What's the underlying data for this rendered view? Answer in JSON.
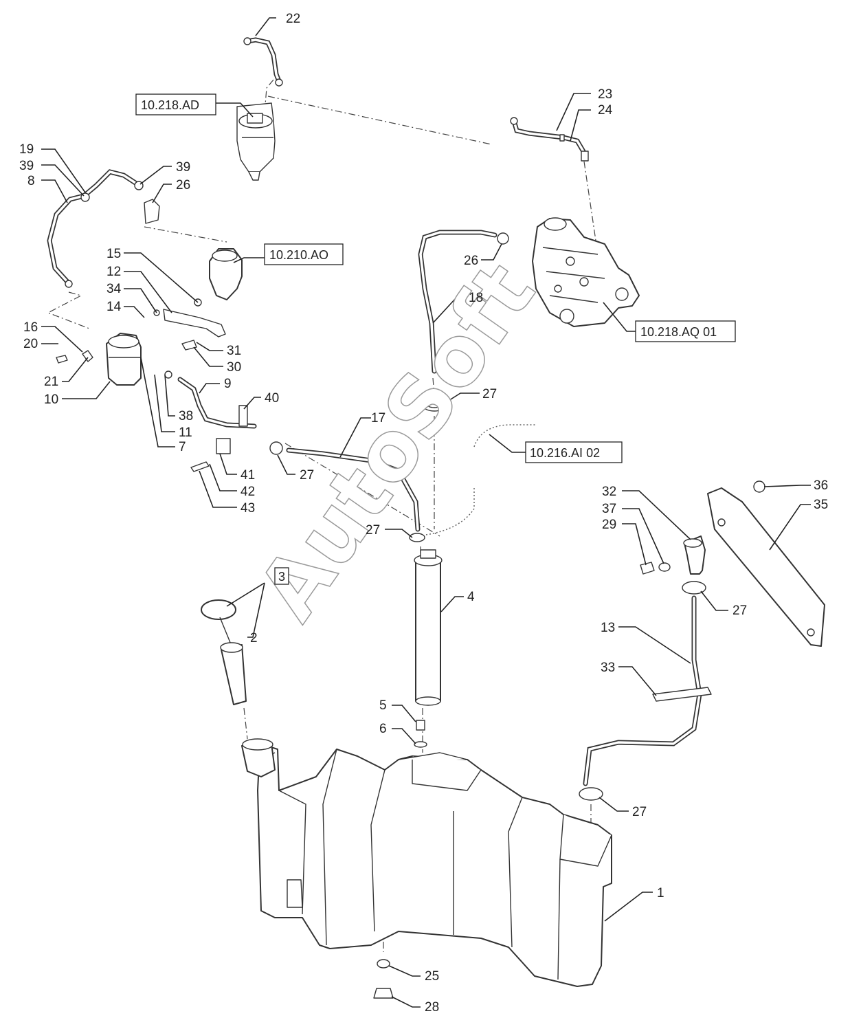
{
  "watermark": "AutoSoft",
  "reference_boxes": {
    "r1": "10.218.AD",
    "r2": "10.210.AO",
    "r3": "10.218.AQ 01",
    "r4": "10.216.AI 02",
    "r5": "3"
  },
  "callouts": {
    "c22": "22",
    "c23": "23",
    "c24": "24",
    "c19": "19",
    "c39a": "39",
    "c8": "8",
    "c39b": "39",
    "c26a": "26",
    "c15": "15",
    "c12": "12",
    "c34": "34",
    "c14": "14",
    "c16": "16",
    "c20": "20",
    "c21": "21",
    "c10": "10",
    "c31": "31",
    "c30": "30",
    "c9": "9",
    "c40": "40",
    "c38": "38",
    "c11": "11",
    "c7": "7",
    "c41": "41",
    "c42": "42",
    "c43": "43",
    "c27a": "27",
    "c17": "17",
    "c18": "18",
    "c26b": "26",
    "c27b": "27",
    "c27c": "27",
    "c4": "4",
    "c2": "2",
    "c5": "5",
    "c6": "6",
    "c32": "32",
    "c37": "37",
    "c29": "29",
    "c36": "36",
    "c35": "35",
    "c27d": "27",
    "c13": "13",
    "c33": "33",
    "c27e": "27",
    "c1": "1",
    "c25": "25",
    "c28": "28"
  }
}
